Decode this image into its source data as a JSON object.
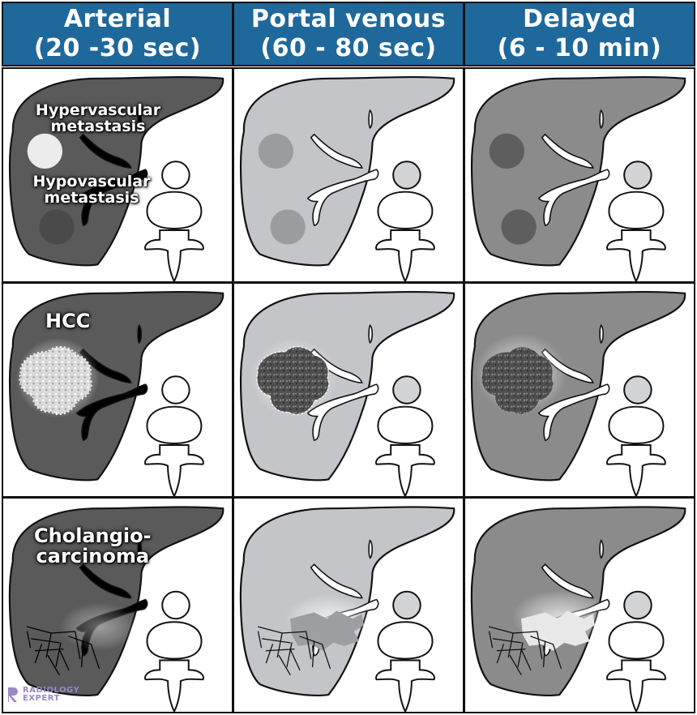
{
  "columns": [
    {
      "line1": "Arterial",
      "line2": "(20 -30 sec)"
    },
    {
      "line1": "Portal venous",
      "line2": "(60 - 80 sec)"
    },
    {
      "line1": "Delayed",
      "line2": "(6 - 10 min)"
    }
  ],
  "rows": [
    {
      "labels": [
        "Hypervascular",
        "metastasis",
        "Hypovascular",
        "metastasis"
      ]
    },
    {
      "labels": [
        "HCC"
      ]
    },
    {
      "labels": [
        "Cholangio-",
        "carcinoma"
      ]
    }
  ],
  "liver_tones": {
    "arterial": "#5a5a5a",
    "portal_venous": "#c3c5c8",
    "delayed": "#8b8b8b"
  },
  "logo": {
    "line1": "RADIOLOGY",
    "line2": "EXPERT",
    "color": "#9a86c9"
  }
}
